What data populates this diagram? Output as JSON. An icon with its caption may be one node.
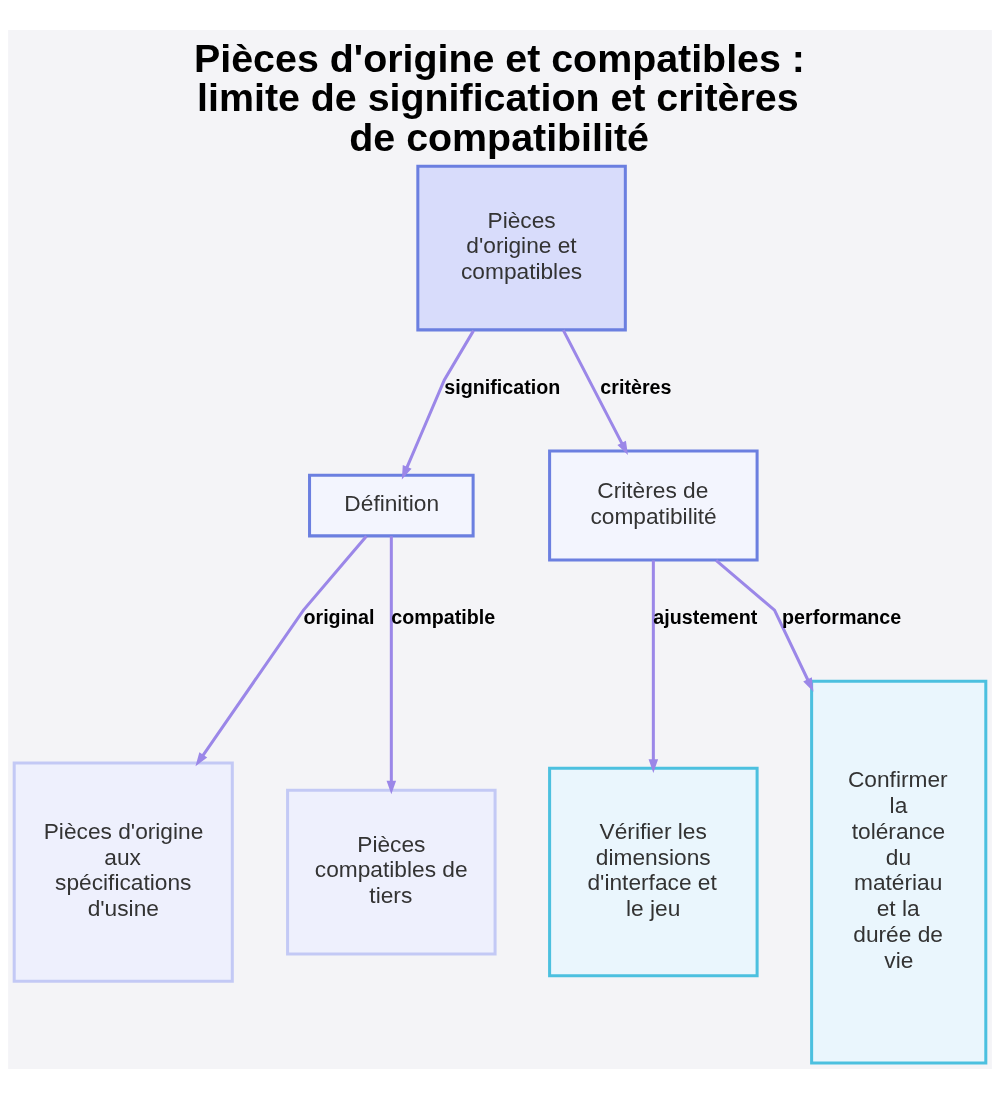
{
  "diagram": {
    "title": "Pièces d'origine et compatibles : limite de signification et critères de compatibilité",
    "nodes": [
      {
        "text": [
          "Pièces d'origine et compatibles"
        ]
      },
      {
        "text": [
          "Définition"
        ]
      },
      {
        "text": [
          "Critères de compatibilité"
        ]
      },
      {
        "text": [
          "Pièces d'origine aux spécifications d'usine"
        ]
      },
      {
        "text": [
          "Pièces compatibles de tiers"
        ]
      },
      {
        "text": [
          "Vérifier les dimensions d'interface et le jeu"
        ]
      },
      {
        "text": [
          "Confirmer la tolérance du matériau et la durée de vie"
        ]
      }
    ],
    "edges": [
      {
        "from": 0,
        "to": 1,
        "arrow": "to",
        "label": "signification"
      },
      {
        "from": 0,
        "to": 2,
        "arrow": "to",
        "label": "critères"
      },
      {
        "from": 1,
        "to": 3,
        "arrow": "to",
        "label": "original"
      },
      {
        "from": 1,
        "to": 4,
        "arrow": "to",
        "label": "compatible"
      },
      {
        "from": 2,
        "to": 5,
        "arrow": "to",
        "label": "ajustement"
      },
      {
        "from": 2,
        "to": 6,
        "arrow": "to",
        "label": "performance"
      }
    ]
  }
}
